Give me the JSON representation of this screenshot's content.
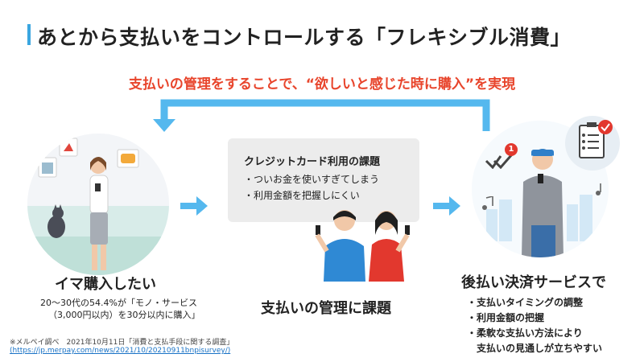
{
  "header": {
    "title": "あとから支払いをコントロールする「フレキシブル消費」",
    "accent_color": "#3aa6e0"
  },
  "subtitle": {
    "text": "支払いの管理をすることで、“欲しいと感じた時に購入”を実現",
    "color": "#e8452c"
  },
  "left": {
    "heading": "イマ購入したい",
    "desc_line1": "20～30代の54.4%が「モノ・サービス",
    "desc_line2": "（3,000円以内）を30分以内に購入」"
  },
  "center": {
    "card_title": "クレジットカード利用の課題",
    "card_items": [
      "・ついお金を使いすぎてしまう",
      "・利用金額を把握しにくい"
    ],
    "heading": "支払いの管理に課題"
  },
  "right": {
    "heading": "後払い決済サービスで",
    "items": [
      "・支払いタイミングの調整",
      "・利用金額の把握",
      "・柔軟な支払い方法により",
      "　支払いの見通しが立ちやすい"
    ],
    "badge": "1"
  },
  "footnote": {
    "source": "※メルペイ調べ　2021年10月11日「消費と支払手段に関する調査」",
    "link": "(https://jp.merpay.com/news/2021/10/20210911bnpisurvey/)"
  },
  "colors": {
    "arrow": "#55b8ee",
    "card": "#ececec"
  }
}
